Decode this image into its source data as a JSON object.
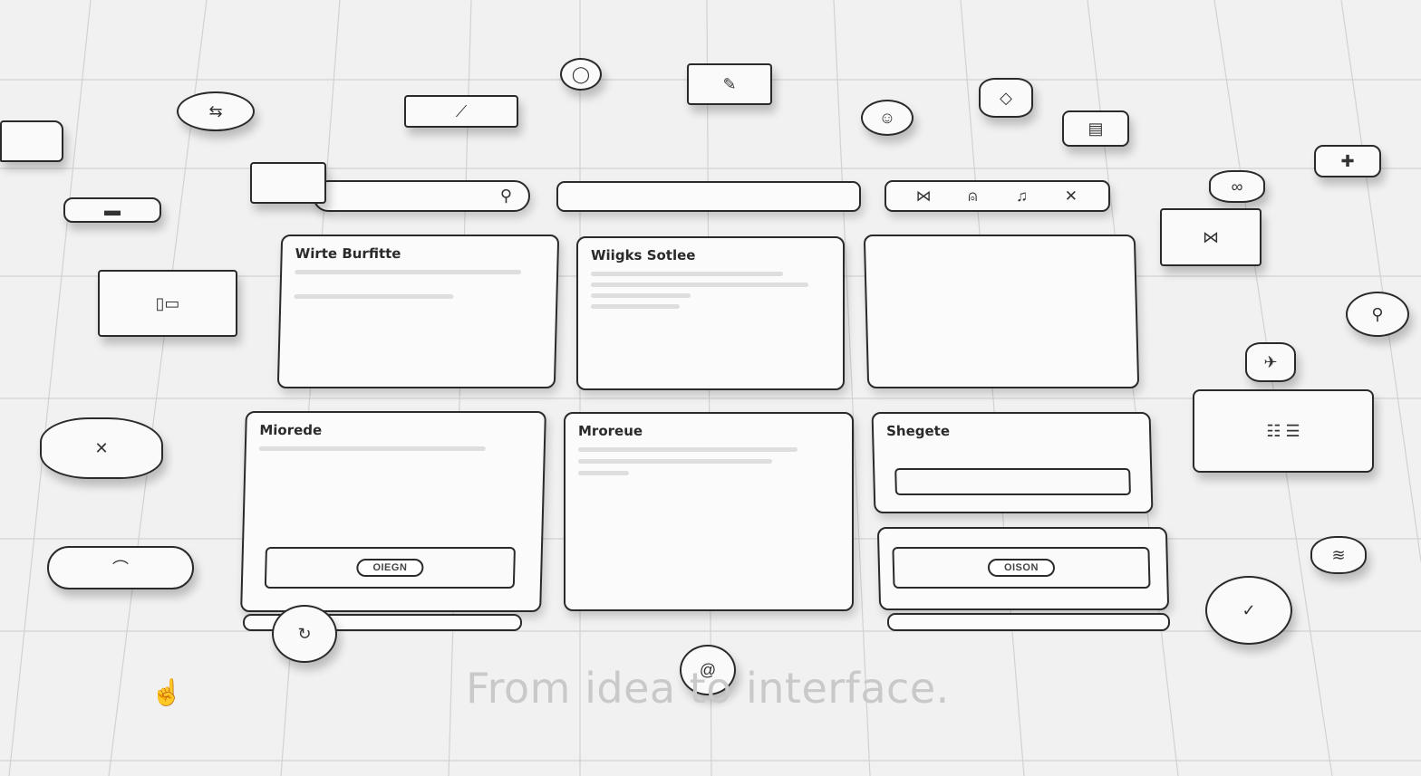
{
  "toolbar": {
    "search_icon": "⚲",
    "window_controls": [
      {
        "name": "bowtie-icon",
        "glyph": "⋈"
      },
      {
        "name": "lock-icon",
        "glyph": "⍝"
      },
      {
        "name": "bell-icon",
        "glyph": "♫"
      },
      {
        "name": "close-icon",
        "glyph": "✕"
      }
    ]
  },
  "cards": [
    {
      "title": "Wirte Burfitte"
    },
    {
      "title": "Wiigks Sotlee"
    },
    {
      "title": ""
    },
    {
      "title": "Miorede",
      "button_label": "OIEGN"
    },
    {
      "title": "Mroreue"
    },
    {
      "title": "Shegete"
    },
    {
      "button_label": "OISON"
    }
  ],
  "tagline": "From idea to interface.",
  "colors": {
    "background": "#f1f1f1",
    "stroke": "#2a2a2a",
    "placeholder_bar": "#dedede",
    "tagline": "#c9c9c9"
  }
}
